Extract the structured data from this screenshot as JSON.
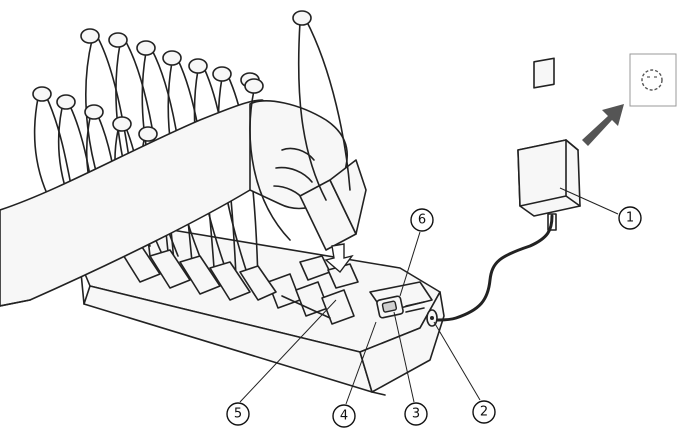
{
  "callouts": [
    {
      "id": "1",
      "label": "1"
    },
    {
      "id": "2",
      "label": "2"
    },
    {
      "id": "3",
      "label": "3"
    },
    {
      "id": "4",
      "label": "4"
    },
    {
      "id": "5",
      "label": "5"
    },
    {
      "id": "6",
      "label": "6"
    }
  ],
  "colors": {
    "ink": "#222222",
    "arrow": "#555555",
    "background": "#ffffff"
  },
  "icons": [
    "power-adapter-icon",
    "wall-outlet-icon",
    "plug-in-arrow-icon",
    "insert-arrow-icon"
  ]
}
